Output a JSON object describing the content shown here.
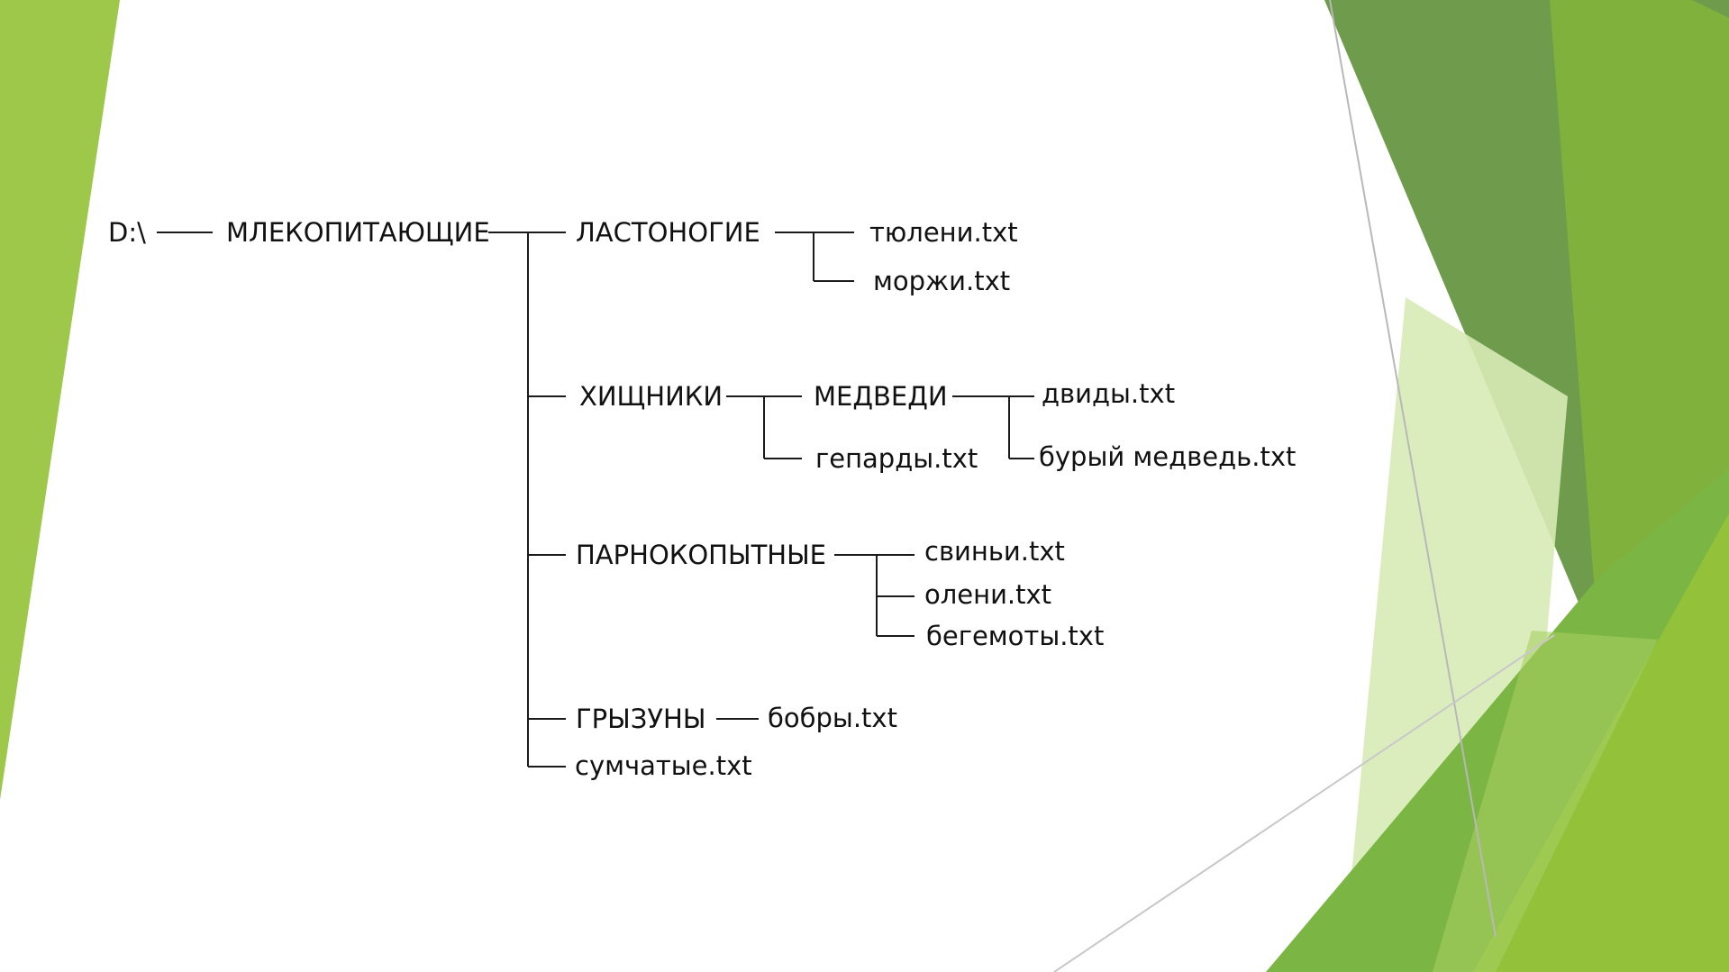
{
  "tree": {
    "root": "D:\\",
    "mammals": "МЛЕКОПИТАЮЩИЕ",
    "pinnipeds": {
      "label": "ЛАСТОНОГИЕ",
      "files": [
        "тюлени.txt",
        "моржи.txt"
      ]
    },
    "predators": {
      "label": "ХИЩНИКИ",
      "bears": {
        "label": "МЕДВЕДИ",
        "files": [
          "двиды.txt",
          "бурый медведь.txt"
        ]
      },
      "files": [
        "гепарды.txt"
      ]
    },
    "ungulates": {
      "label": "ПАРНОКОПЫТНЫЕ",
      "files": [
        "свиньи.txt",
        "олени.txt",
        "бегемоты.txt"
      ]
    },
    "rodents": {
      "label": "ГРЫЗУНЫ",
      "files": [
        "бобры.txt"
      ]
    },
    "marsupials_file": "сумчатые.txt"
  },
  "colors": {
    "lime": "#9dc84a",
    "green_mid": "#7eb342",
    "green_dark": "#6a9a45",
    "green_light": "#cde6a6",
    "green_bright": "#8fc13c",
    "connector": "#1a1a1a",
    "text": "#111111"
  }
}
